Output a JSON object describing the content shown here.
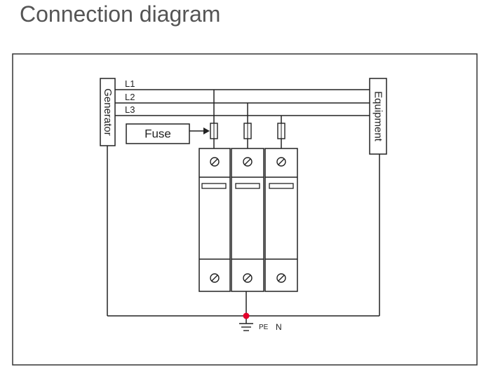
{
  "title": "Connection diagram",
  "diagram": {
    "generator_label": "Generator",
    "equipment_label": "Equipment",
    "lines": [
      "L1",
      "L2",
      "L3"
    ],
    "fuse_label": "Fuse",
    "pe_label": "PE",
    "n_label": "N",
    "colors": {
      "stroke": "#222222",
      "ground_dot": "#e4002b",
      "title": "#555555"
    }
  }
}
